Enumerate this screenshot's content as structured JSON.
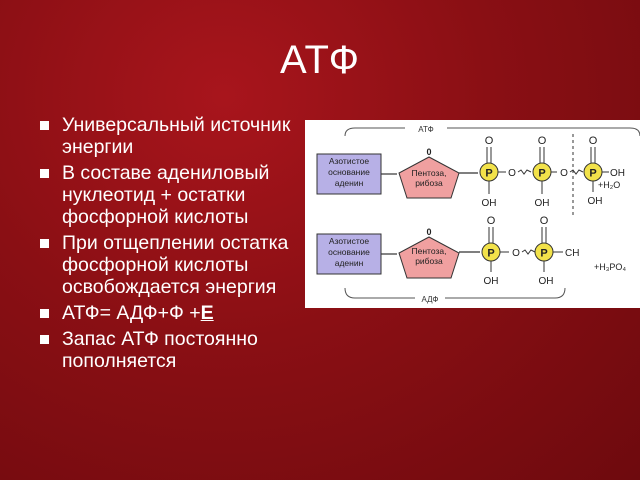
{
  "title": "АТФ",
  "bullets": [
    {
      "text": "Универсальный источник энергии"
    },
    {
      "text": "В составе адениловый нуклеотид + остатки фосфорной кислоты"
    },
    {
      "text": "При отщеплении остатка фосфорной кислоты освобождается энергия"
    },
    {
      "text": "АТФ= АДФ+Ф +",
      "emph": "Е"
    },
    {
      "text": "Запас АТФ постоянно пополняется"
    }
  ],
  "diagram": {
    "atp_label": "АТФ",
    "adp_label": "АДФ",
    "base_line1": "Азотистое",
    "base_line2": "основание",
    "base_line3": "аденин",
    "sugar_line1": "Пентоза,",
    "sugar_line2": "рибоза",
    "sugar_o": "0",
    "p": "P",
    "o": "O",
    "oh": "OH",
    "ch": "CH",
    "water": "+H₂O",
    "acid": "+H₃PO₄",
    "colors": {
      "base_fill": "#b7b0e6",
      "sugar_fill": "#f0a0a0",
      "p_fill": "#f2e24a",
      "bracket": "#555555"
    }
  }
}
